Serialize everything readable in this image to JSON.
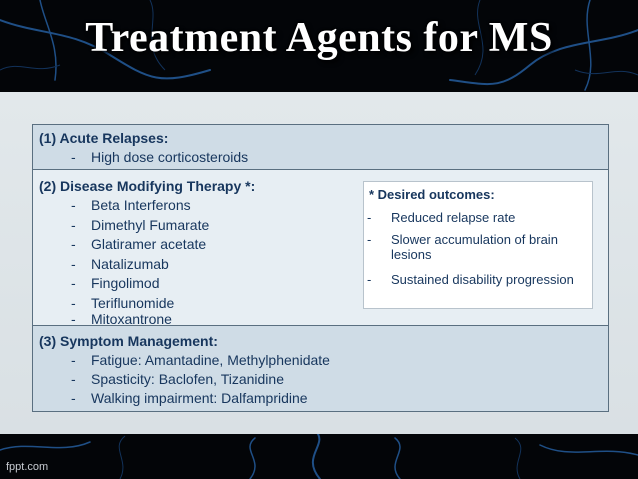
{
  "slide": {
    "title": "Treatment Agents for MS",
    "footer": "fppt.com"
  },
  "sections": [
    {
      "header": "(1) Acute Relapses:",
      "items": [
        "High dose corticosteroids"
      ]
    },
    {
      "header": "(2) Disease Modifying Therapy *:",
      "items": [
        "Beta Interferons",
        "Dimethyl Fumarate",
        "Glatiramer acetate",
        "Natalizumab",
        "Fingolimod",
        "Teriflunomide",
        "Mitoxantrone"
      ]
    },
    {
      "header": "(3) Symptom Management:",
      "items": [
        "Fatigue: Amantadine, Methylphenidate",
        "Spasticity: Baclofen, Tizanidine",
        "Walking impairment: Dalfampridine"
      ]
    }
  ],
  "note": {
    "header": "* Desired outcomes:",
    "items": [
      "Reduced relapse rate",
      "Slower accumulation of brain lesions",
      "Sustained disability progression"
    ]
  },
  "colors": {
    "background": "#030508",
    "text": "#17365d",
    "row_dark": "#cfdce6",
    "row_light": "#e7eef3",
    "veins": "#1f4f86"
  }
}
